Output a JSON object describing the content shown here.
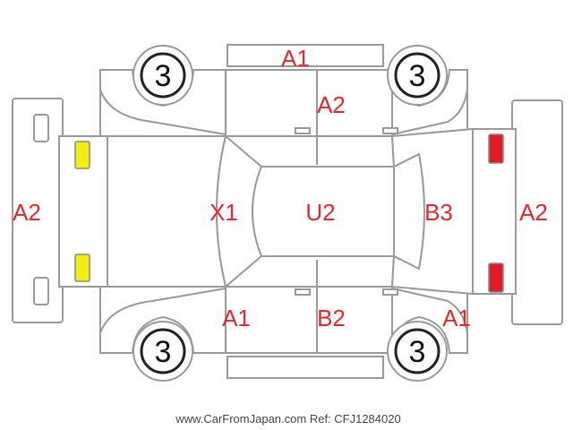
{
  "tire_labels": {
    "front_left": "3",
    "front_right": "3",
    "rear_left": "3",
    "rear_right": "3"
  },
  "damage_labels": {
    "top_panel": "A1",
    "top_rear_door": "A2",
    "left_bumper": "A2",
    "hood": "X1",
    "roof": "U2",
    "rear_window": "B3",
    "right_bumper": "A2",
    "bottom_front_door": "A1",
    "bottom_rear_door": "B2",
    "bottom_rear_fender": "A1"
  },
  "colors": {
    "label": "#e8272b",
    "outline": "#9a9a9a",
    "front_lamp": "#f2ee11",
    "rear_lamp": "#e11b22"
  },
  "footer": "www.CarFromJapan.com Ref: CFJ1284020"
}
